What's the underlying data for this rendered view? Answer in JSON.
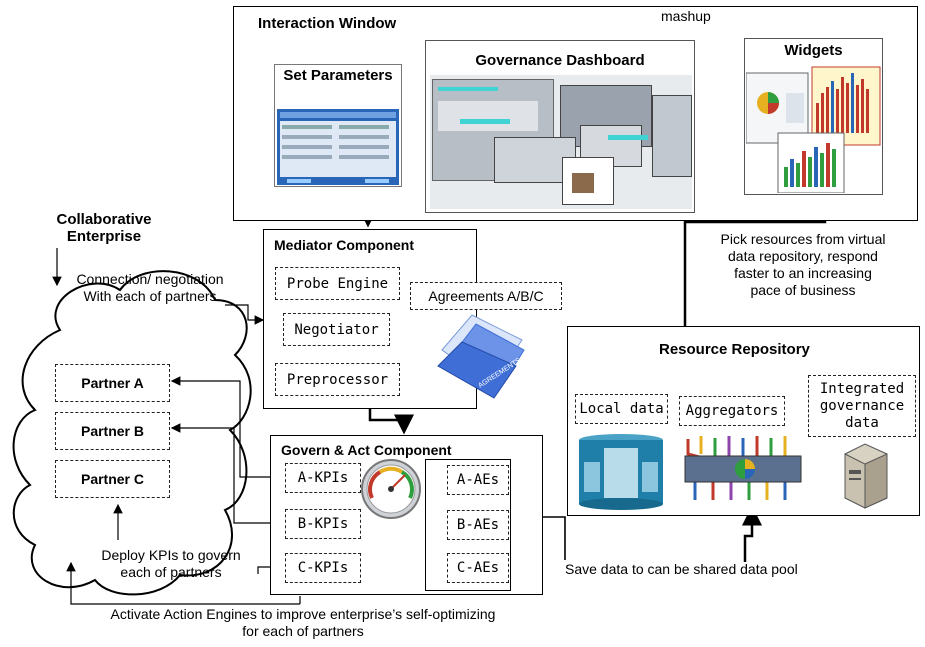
{
  "interaction_window": {
    "title": "Interaction Window",
    "mashup_label": "mashup",
    "set_parameters": "Set Parameters",
    "governance_dashboard": "Governance Dashboard",
    "widgets": "Widgets"
  },
  "collaborative_enterprise": {
    "title_line1": "Collaborative",
    "title_line2": "Enterprise",
    "connection_line1": "Connection/ negotiation",
    "connection_line2": "With each of partners",
    "partners": [
      "Partner A",
      "Partner B",
      "Partner C"
    ]
  },
  "mediator": {
    "title": "Mediator Component",
    "items": [
      "Probe Engine",
      "Negotiator",
      "Preprocessor"
    ],
    "agreements": "Agreements A/B/C",
    "agreements_folder_label": "AGREEMENTS"
  },
  "govern": {
    "title": "Govern & Act Component",
    "kpis": [
      "A-KPIs",
      "B-KPIs",
      "C-KPIs"
    ],
    "aes": [
      "A-AEs",
      "B-AEs",
      "C-AEs"
    ]
  },
  "repository": {
    "title": "Resource Repository",
    "local_data": "Local data",
    "aggregators": "Aggregators",
    "integrated_line1": "Integrated",
    "integrated_line2": "governance",
    "integrated_line3": "data",
    "pick_line1": "Pick resources from virtual",
    "pick_line2": "data repository, respond",
    "pick_line3": "faster to an increasing",
    "pick_line4": "pace of business",
    "save_text": "Save data to can be shared data pool"
  },
  "annotations": {
    "deploy_line1": "Deploy KPIs to govern",
    "deploy_line2": "each of partners",
    "activate_line1": "Activate Action Engines to improve enterprise’s self-optimizing",
    "activate_line2": "for each of partners"
  },
  "colors": {
    "screen_blue": "#2a66b8",
    "folder_blue": "#3f6fd6",
    "widget_red": "#c0392b",
    "widget_green": "#2e9e3e",
    "dashboard_gray": "#9aa3ad",
    "highlight_cyan": "#3fd3d3"
  }
}
